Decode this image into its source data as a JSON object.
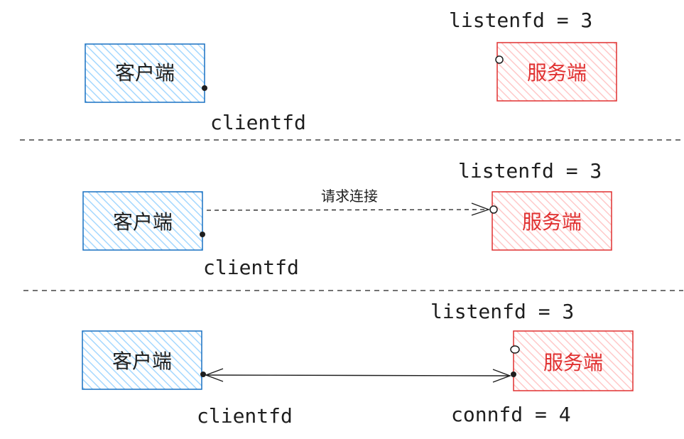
{
  "colors": {
    "client_stroke": "#1971c2",
    "client_fill": "#a5d8ff",
    "server_stroke": "#e03131",
    "server_fill": "#ffc9c9",
    "ink": "#1e1e1e"
  },
  "panels": [
    {
      "client_label": "客户端",
      "server_label": "服务端",
      "listen_label": "listenfd = 3",
      "client_fd_label": "clientfd"
    },
    {
      "client_label": "客户端",
      "server_label": "服务端",
      "listen_label": "listenfd = 3",
      "client_fd_label": "clientfd",
      "request_label": "请求连接"
    },
    {
      "client_label": "客户端",
      "server_label": "服务端",
      "listen_label": "listenfd = 3",
      "client_fd_label": "clientfd",
      "conn_label": "connfd = 4"
    }
  ]
}
